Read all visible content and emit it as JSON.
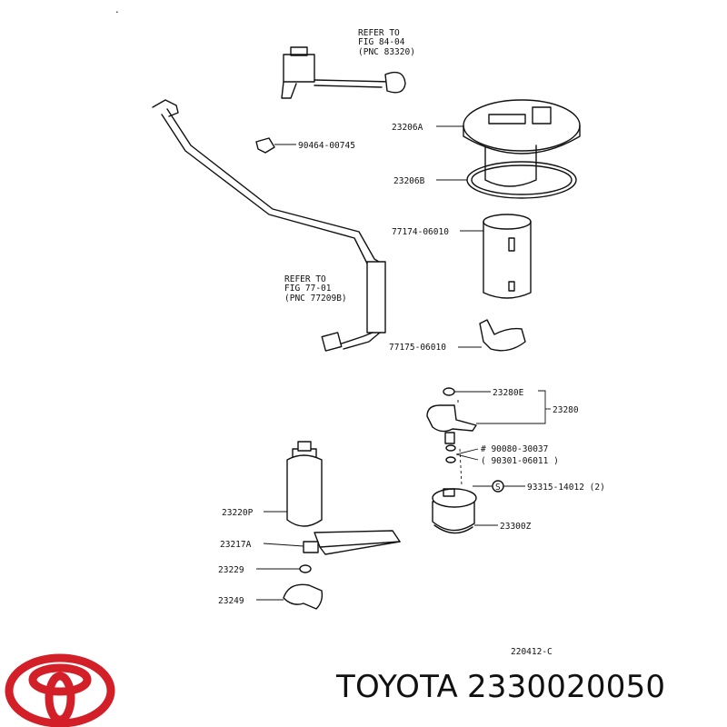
{
  "labels": {
    "refer_a_line1": "REFER TO",
    "refer_a_line2": "FIG 84-04",
    "refer_a_line3": "(PNC 83320)",
    "clip_part": "90464-00745",
    "refer_b_line1": "REFER TO",
    "refer_b_line2": "FIG 77-01",
    "refer_b_line3": "(PNC 77209B)",
    "plate": "23206A",
    "gasket": "23206B",
    "tube": "77174-06010",
    "bracket": "77175-06010",
    "washer_e": "23280E",
    "regulator": "23280",
    "ref_num": "# 90080-30037",
    "ref_num2": "( 90301-06011 )",
    "screw": "93315-14012 (2)",
    "screw_mark": "S",
    "pump": "23220P",
    "pump_assy": "23300Z",
    "filter": "23217A",
    "ring": "23229",
    "cushion": "23249",
    "diagram_code": "220412-C"
  },
  "footer": {
    "brand": "TOYOTA",
    "part_number": "2330020050"
  },
  "colors": {
    "logo": "#d31f27",
    "ink": "#111111"
  }
}
